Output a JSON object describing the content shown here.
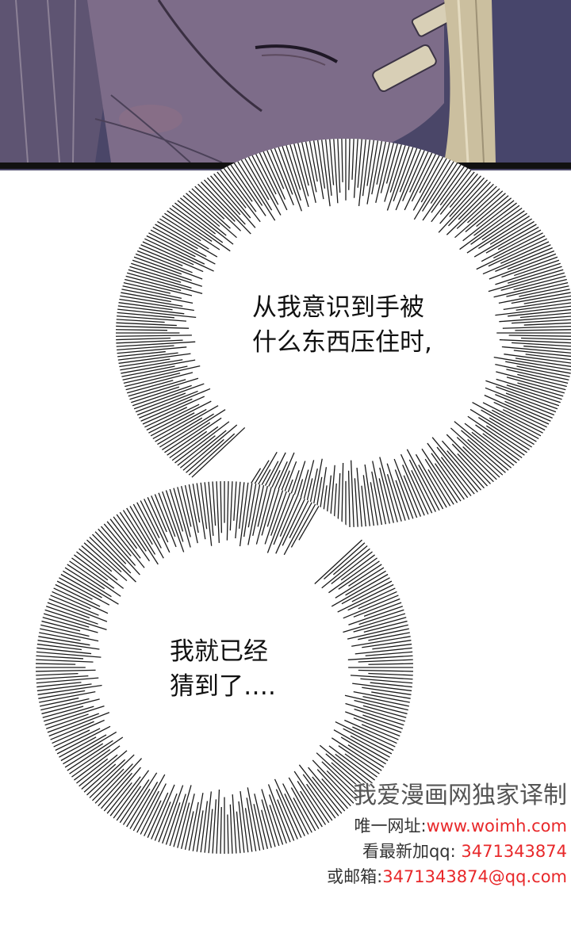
{
  "panel": {
    "top_image": "manga-character-face-closeup",
    "colors": {
      "skin": "#7f6e8a",
      "shadow": "#3a2f42",
      "hair": "#c9bfa3",
      "background": "#4d4a6e",
      "border": "#111111"
    }
  },
  "dialogue": [
    {
      "text": "从我意识到手被\n什么东西压住时,"
    },
    {
      "text": "我就已经\n猜到了…."
    }
  ],
  "watermark": {
    "title": "我爱漫画网独家译制",
    "lines": [
      {
        "label": "唯一网址:",
        "value": "www.woimh.com"
      },
      {
        "label": "看最新加qq: ",
        "value": "3471343874"
      },
      {
        "label": "或邮箱:",
        "value": "3471343874@qq.com"
      }
    ],
    "accent_color": "#e8282a"
  }
}
